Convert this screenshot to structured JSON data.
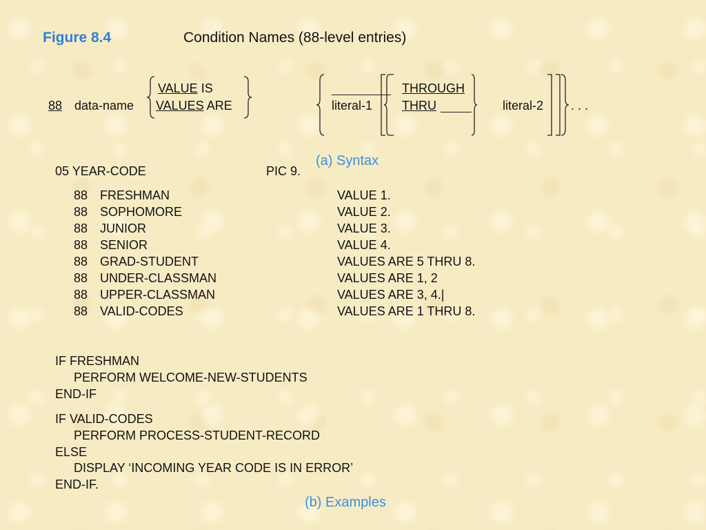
{
  "figure": {
    "label": "Figure 8.4",
    "title": "Condition Names (88-level entries)"
  },
  "syntax": {
    "level": "88",
    "data_name": "data-name",
    "value_is_kw": "VALUE",
    "value_is_rest": " IS",
    "values_are_kw": "VALUES",
    "values_are_rest": " ARE",
    "literal1": "literal-1",
    "through": "THROUGH",
    "thru": "THRU",
    "literal2": "literal-2",
    "ellipsis": ". . .",
    "caption": "(a)  Syntax"
  },
  "examples": {
    "field": {
      "declaration": "05  YEAR-CODE",
      "pic": "PIC 9."
    },
    "conditions": [
      {
        "level": "88",
        "name": "FRESHMAN",
        "value": "VALUE 1."
      },
      {
        "level": "88",
        "name": "SOPHOMORE",
        "value": "VALUE 2."
      },
      {
        "level": "88",
        "name": "JUNIOR",
        "value": "VALUE 3."
      },
      {
        "level": "88",
        "name": "SENIOR",
        "value": "VALUE 4."
      },
      {
        "level": "88",
        "name": "GRAD-STUDENT",
        "value": "VALUES ARE 5 THRU 8."
      },
      {
        "level": "88",
        "name": "UNDER-CLASSMAN",
        "value": "VALUES ARE 1, 2"
      },
      {
        "level": "88",
        "name": "UPPER-CLASSMAN",
        "value": "VALUES ARE 3, 4.|"
      },
      {
        "level": "88",
        "name": "VALID-CODES",
        "value": "VALUES ARE 1 THRU 8."
      }
    ],
    "code_block_1": [
      "IF FRESHMAN",
      "PERFORM WELCOME-NEW-STUDENTS",
      "END-IF"
    ],
    "code_block_2": [
      "IF VALID-CODES",
      "PERFORM PROCESS-STUDENT-RECORD",
      "ELSE",
      "DISPLAY ‘INCOMING YEAR CODE IS IN ERROR’",
      "END-IF."
    ],
    "caption": "(b)  Examples"
  }
}
